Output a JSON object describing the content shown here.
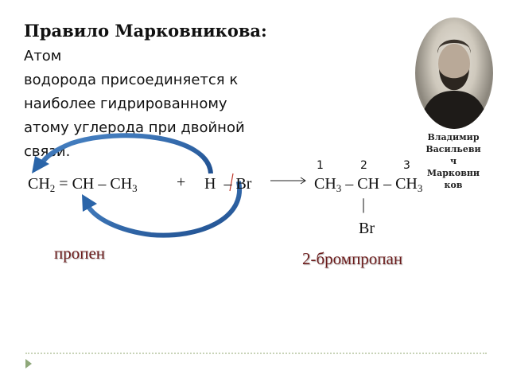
{
  "title": "Правило Марковникова:",
  "body_lines": [
    "Атом",
    "водорода присоединяется к",
    "наиболее  гидрированному",
    "атому углерода при  двойной",
    "связи."
  ],
  "equation": {
    "reactant1": {
      "a": "CH",
      "a_sub": "2",
      "b": " = CH – CH",
      "b_sub": "3"
    },
    "plus": "+",
    "reactant2": {
      "h": "H",
      "bond": "–",
      "br": "Br"
    },
    "product": {
      "a": "CH",
      "a_sub": "3",
      "b": " – CH – CH",
      "b_sub": "3"
    },
    "numbers": [
      "1",
      "2",
      "3"
    ],
    "substituent_bond": "|",
    "substituent": "Br"
  },
  "labels": {
    "reactant_name": "пропен",
    "product_name": "2-бромпропан"
  },
  "portrait_caption": [
    "Владимир",
    "Васильеви",
    "ч",
    "Марковни",
    "ков"
  ],
  "colors": {
    "arrow": "#2a64a8",
    "name_text": "#6b1a1a",
    "accent": "#8fa87a"
  }
}
